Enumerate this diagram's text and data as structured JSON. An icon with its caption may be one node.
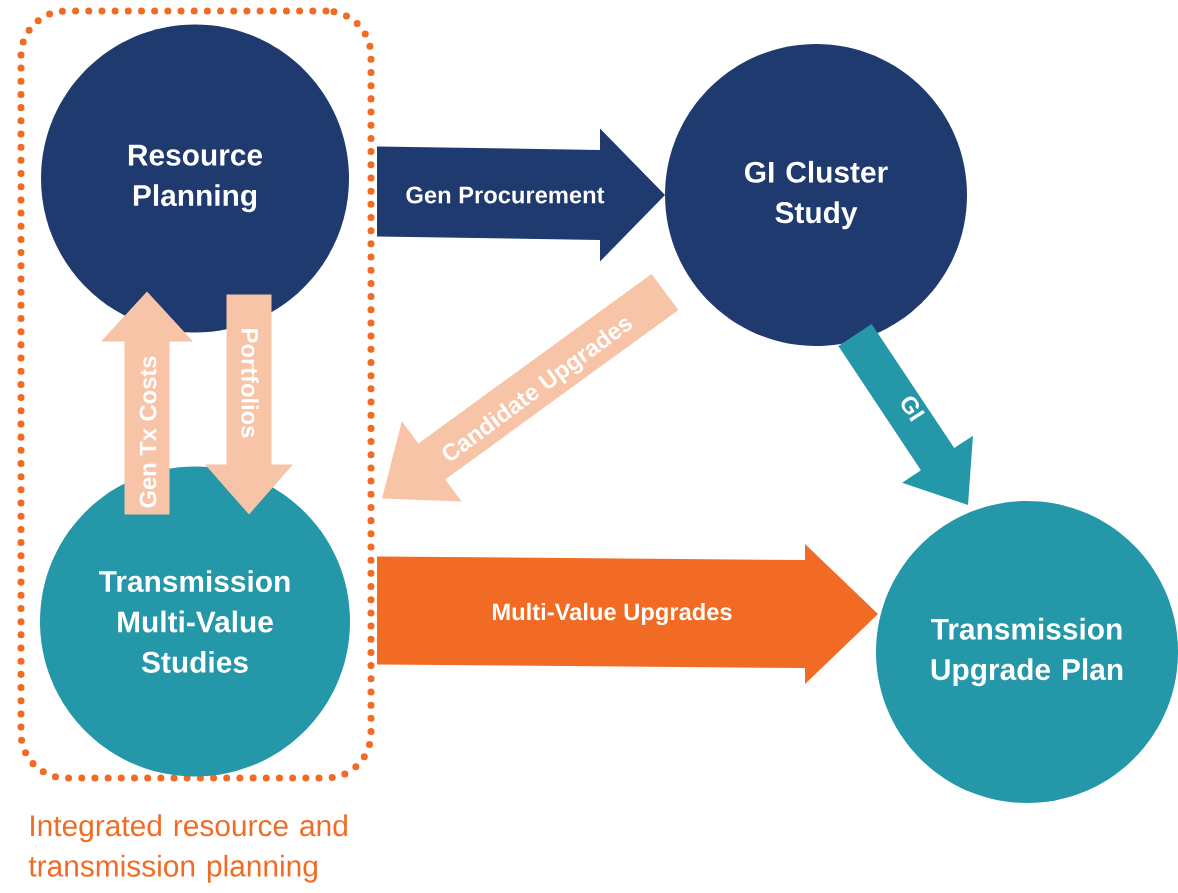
{
  "diagram": {
    "nodes": [
      {
        "text": [
          "Integrated resource and transmission planning"
        ]
      },
      {
        "text": [
          "Resource Planning"
        ],
        "in": 0
      },
      {
        "text": [
          "Transmission Multi-Value Studies"
        ],
        "in": 0
      },
      {
        "text": [
          "GI Cluster Study"
        ]
      },
      {
        "text": [
          "Transmission Upgrade Plan"
        ]
      }
    ],
    "edges": [
      {
        "from": 1,
        "to": 3,
        "arrow": "to",
        "label": "Gen Procurement",
        "color": "#1f3a6e",
        "style": "thick"
      },
      {
        "from": 2,
        "to": 1,
        "arrow": "to",
        "label": "Gen Tx Costs",
        "color": "#f8c4a8"
      },
      {
        "from": 1,
        "to": 2,
        "arrow": "to",
        "label": "Portfolios",
        "color": "#f8c4a8"
      },
      {
        "from": 3,
        "to": 2,
        "arrow": "to",
        "label": "Candidate Upgrades",
        "color": "#f8c4a8"
      },
      {
        "from": 3,
        "to": 4,
        "arrow": "to",
        "label": "GI",
        "color": "#2497a8"
      },
      {
        "from": 2,
        "to": 4,
        "arrow": "to",
        "label": "Multi-Value Upgrades",
        "color": "#f26b24",
        "style": "thick"
      }
    ]
  }
}
